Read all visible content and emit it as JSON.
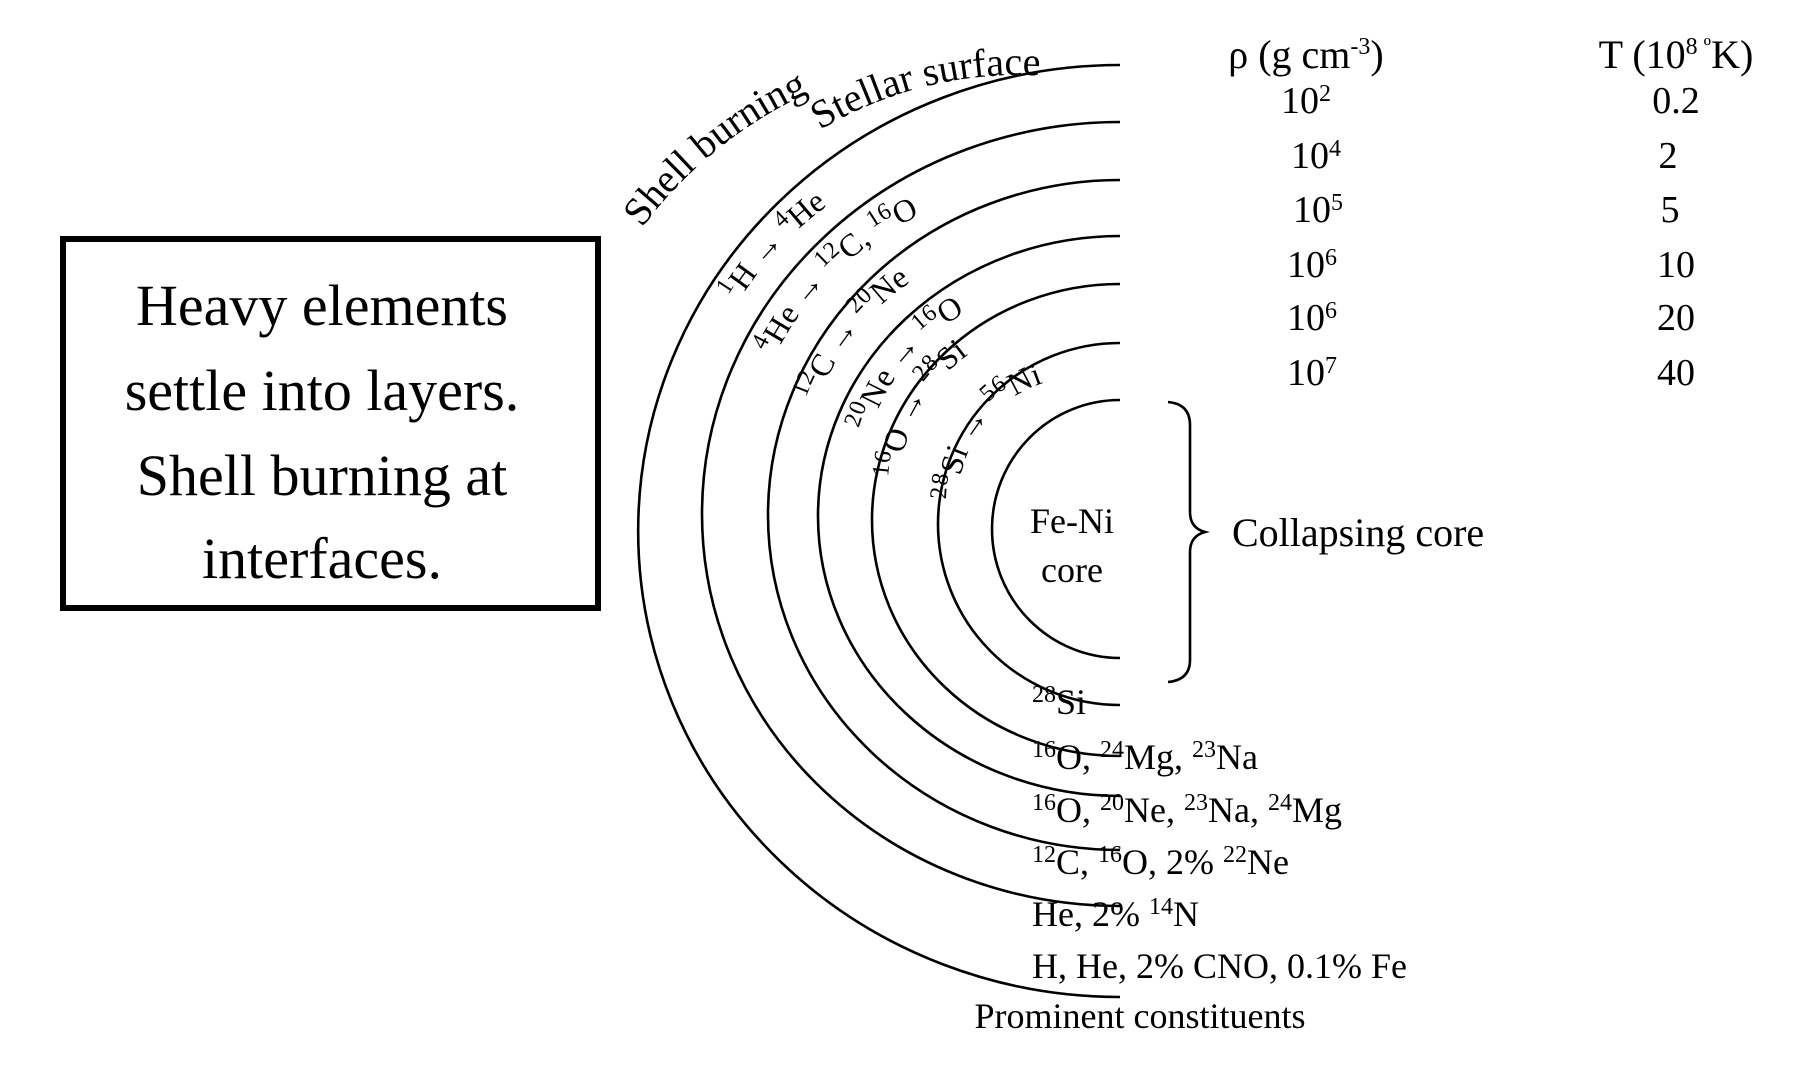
{
  "box": {
    "lines": [
      "Heavy elements",
      "settle into layers.",
      "Shell burning at",
      "interfaces."
    ]
  },
  "labels": {
    "shell_burning": "Shell burning",
    "stellar_surface": "Stellar surface",
    "collapsing_core": "Collapsing core",
    "prominent_constituents": "Prominent constituents",
    "core_line1": "Fe-Ni",
    "core_line2": "core"
  },
  "table": {
    "rho_header": "ρ (g cm-3)",
    "t_header": "T (108 ºK)",
    "rows": [
      {
        "rho": "10^2",
        "t": "0.2"
      },
      {
        "rho": "10^4",
        "t": "2"
      },
      {
        "rho": "10^5",
        "t": "5"
      },
      {
        "rho": "10^6",
        "t": "10"
      },
      {
        "rho": "10^6",
        "t": "20"
      },
      {
        "rho": "10^7",
        "t": "40"
      }
    ]
  },
  "reactions": [
    "1H → 4He",
    "4He → 12C, 16O",
    "12C → 20Ne",
    "20Ne → 16O",
    "16O → 28Si",
    "28Si → 56Ni"
  ],
  "constituents": [
    "28Si",
    "16O, 24Mg, 23Na",
    "16O, 20Ne, 23Na, 24Mg",
    "12C, 16O, 2% 22Ne",
    "He, 2% 14N",
    "H, He, 2% CNO, 0.1% Fe"
  ]
}
